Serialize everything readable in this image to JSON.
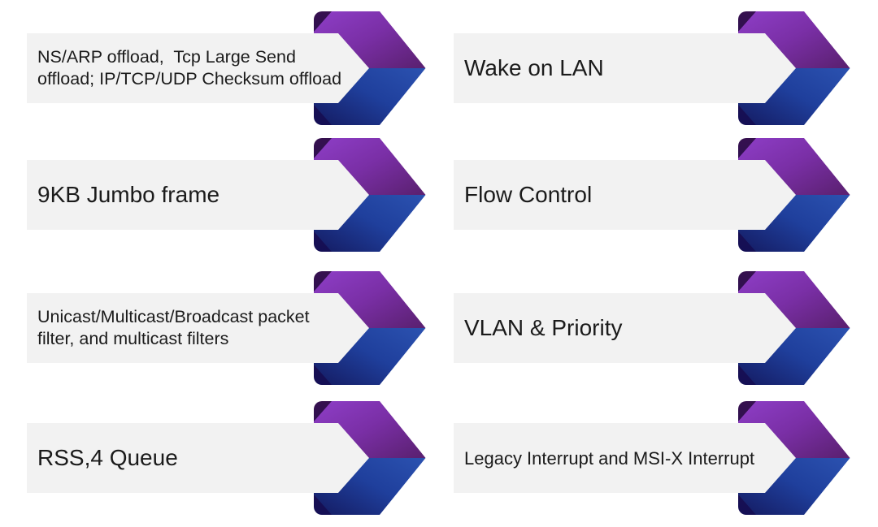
{
  "features": [
    {
      "label": "NS/ARP offload,  Tcp Large Send offload; IP/TCP/UDP Checksum offload"
    },
    {
      "label": "Wake on LAN"
    },
    {
      "label": "9KB Jumbo frame"
    },
    {
      "label": "Flow Control"
    },
    {
      "label": "Unicast/Multicast/Broadcast packet filter, and multicast filters"
    },
    {
      "label": "VLAN & Priority"
    },
    {
      "label": "RSS,4 Queue"
    },
    {
      "label": "Legacy Interrupt and MSI-X Interrupt"
    }
  ],
  "icons": {
    "arrow": "chevron-arrow-icon"
  },
  "colors": {
    "background": "#ffffff",
    "bar": "#f2f2f2",
    "text": "#1b1b1b",
    "arrow_purple_light": "#8e3ec7",
    "arrow_purple_mid": "#7a2fa6",
    "arrow_purple_dark": "#5c2173",
    "arrow_blue_light": "#2a50ae",
    "arrow_blue_mid": "#1f3f9c",
    "arrow_blue_dark": "#141a60",
    "arrow_fold_top": "#36104f",
    "arrow_fold_bottom": "#140f55"
  }
}
